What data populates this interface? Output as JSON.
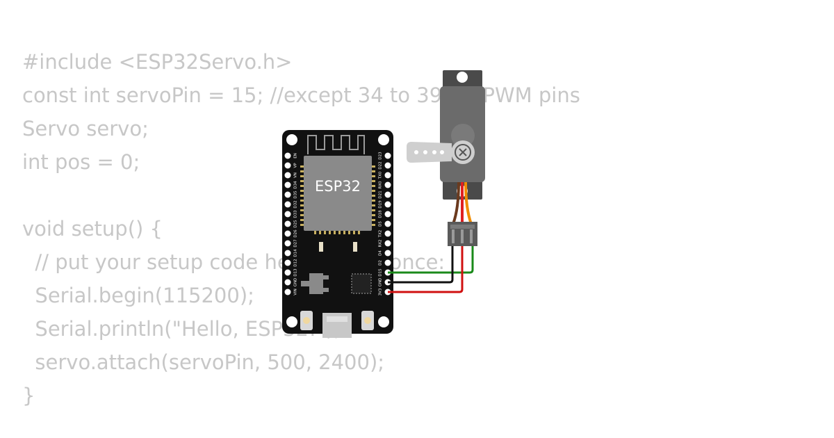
{
  "code": {
    "lines": [
      "#include <ESP32Servo.h>",
      "const int servoPin = 15; //except 34 to 39 for PWM pins",
      "Servo servo;",
      "int pos = 0;",
      "",
      "void setup() {",
      "  // put your setup code here, to run once:",
      "  Serial.begin(115200);",
      "  Serial.println(\"Hello, ESP32!\");",
      "  servo.attach(servoPin, 500, 2400);",
      "}"
    ]
  },
  "board": {
    "label": "ESP32",
    "left_pins": [
      "EN",
      "VP",
      "VN",
      "D34",
      "D35",
      "D32",
      "D33",
      "D25",
      "D26",
      "D27",
      "D14",
      "D12",
      "D13",
      "GND",
      "VIN"
    ],
    "right_pins": [
      "D23",
      "D22",
      "TX0",
      "RX0",
      "D21",
      "D19",
      "D18",
      "D5",
      "TX2",
      "RX2",
      "D4",
      "D2",
      "D15",
      "GND",
      "3V3"
    ]
  },
  "wires": {
    "signal_color": "#1a8a1a",
    "ground_color": "#111111",
    "power_color": "#d01010"
  },
  "servo": {
    "body_color": "#6b6b6b",
    "wire_colors": [
      "#6b3a1e",
      "#e02020",
      "#f08c00"
    ]
  }
}
